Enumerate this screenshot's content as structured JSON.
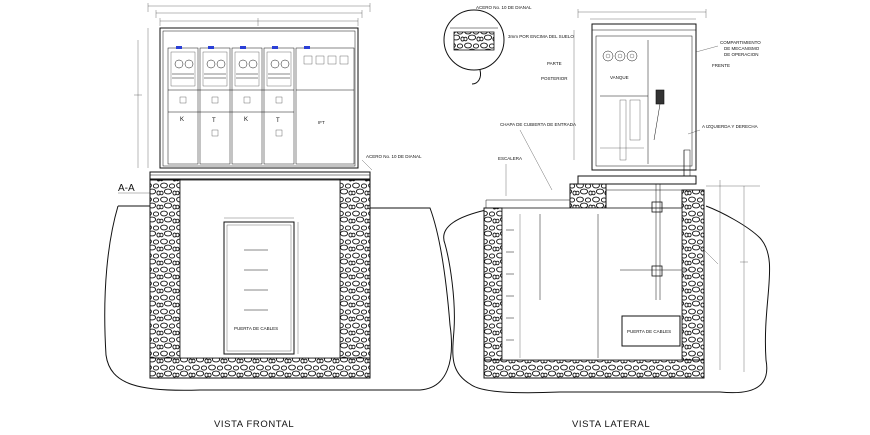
{
  "views": {
    "front_title": "VISTA FRONTAL",
    "side_title": "VISTA LATERAL",
    "section_mark": "A-A"
  },
  "front": {
    "cell_letters": [
      "K",
      "T",
      "K",
      "T"
    ],
    "ft_label": "IFT",
    "steel_label": "ACERO No. 10 DE DIANAL",
    "door_label": "PUERTA DE CABLES"
  },
  "side": {
    "steel_label": "ACERO No. 10 DE DIANAL",
    "ground_label": "3mm POR ENCIMA DEL SUELO",
    "parte_label": "PARTE",
    "posterior_label": "POSTERIOR",
    "frente_label": "FRENTE",
    "vanque_label": "VANQUE",
    "compartment_label": [
      "COMPARTIMIENTO",
      "DE MECANISMO",
      "DE OPERACION"
    ],
    "chapa_label": "CHAPA DE CUBIERTA DE ENTRADA",
    "escalera_label": "ESCALERA",
    "izquierda_label": "A IZQUIERDA Y DERECHA",
    "door_label": "PUERTA DE CABLES"
  },
  "colors": {
    "line": "#111111",
    "accent_blue": "#2a3fd6"
  }
}
